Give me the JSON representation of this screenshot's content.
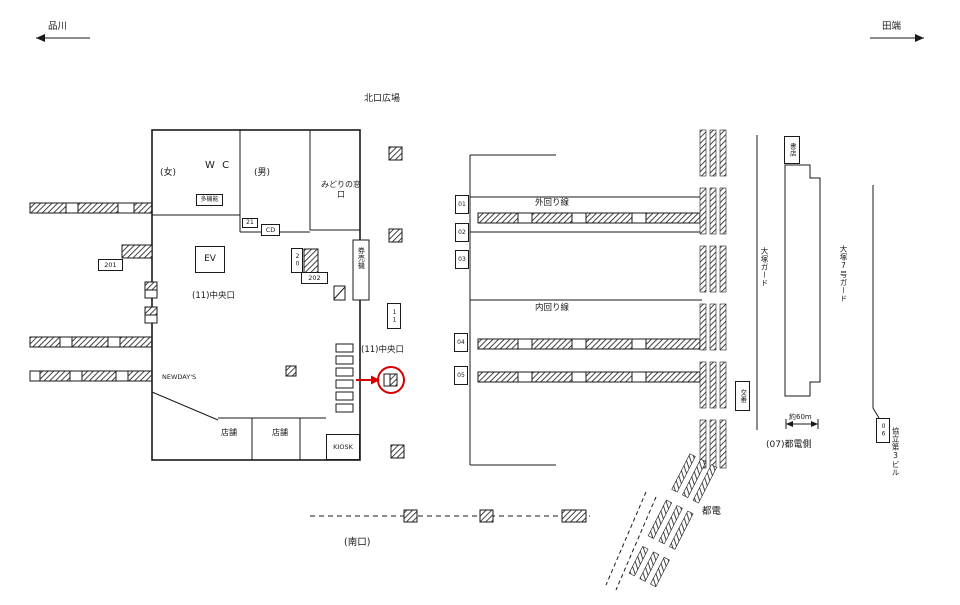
{
  "direction": {
    "left_label": "品川",
    "right_label": "田端"
  },
  "building": {
    "north_plaza": "北口広場",
    "women": "(女)",
    "wc": "W C",
    "men": "(男)",
    "midori": "みどりの窓口",
    "multifunction": "多機能",
    "box21": "21",
    "cd": "CD",
    "ev": "EV",
    "sign_201": "201",
    "sign_20": "20",
    "sign_202": "202",
    "ticket_machines": "券売機",
    "central_gate": "(11)中央口",
    "newdays": "NEWDAY'S",
    "shop_a": "店舗",
    "shop_b": "店舗",
    "kiosk": "KIOSK"
  },
  "platforms": {
    "outer_loop": "外回り線",
    "inner_loop": "内回り線",
    "central_gate": "(11)中央口",
    "sign_01": "01",
    "sign_02": "02",
    "sign_03": "03",
    "sign_04": "04",
    "sign_05": "05",
    "sign_11": "11"
  },
  "east": {
    "koban": "交番",
    "otsuka_guard": "大塚ガード",
    "bookstore": "書店",
    "approx_60m": "約60m",
    "toden_side": "(07)都電側",
    "otsuka7_guard": "大塚7号ガード",
    "kyoritsu_bldg": "協立第3ビル",
    "sign_06": "06",
    "toden": "都電"
  },
  "south": {
    "south_exit": "(南口)"
  },
  "colors": {
    "line": "#1a1a1a",
    "highlight_red": "#d40000"
  }
}
